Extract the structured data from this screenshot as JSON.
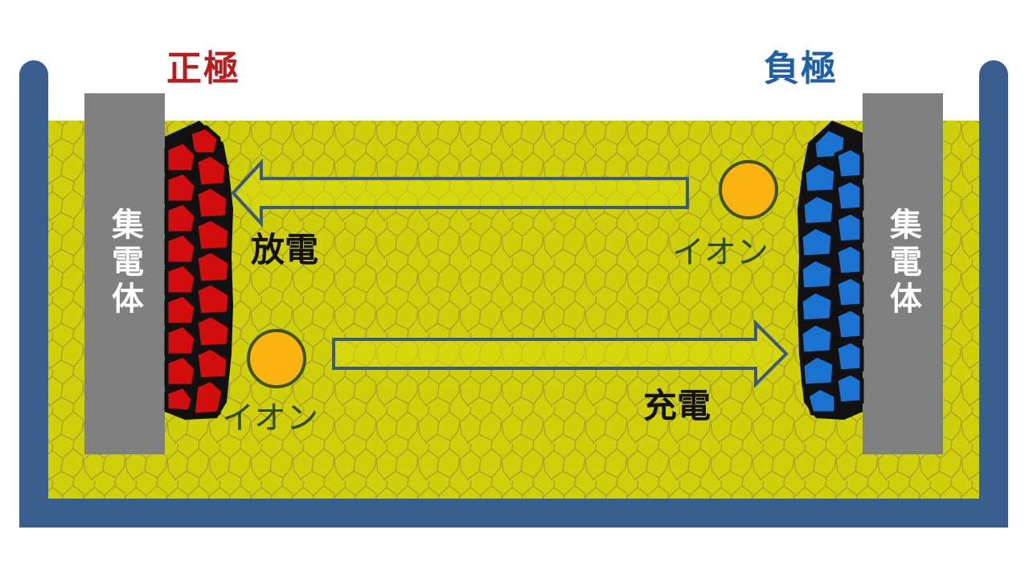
{
  "diagram": {
    "title_positive": "正極",
    "title_negative": "負極",
    "collector_left": "集電体",
    "collector_right": "集電体",
    "discharge_label": "放電",
    "charge_label": "充電",
    "ion_label_right": "イオン",
    "ion_label_left": "イオン",
    "arrows": [
      {
        "name": "discharge",
        "direction": "right-to-left"
      },
      {
        "name": "charge",
        "direction": "left-to-right"
      }
    ]
  },
  "colors": {
    "container": "#3a5f8f",
    "electrolyte": "#cfcf0a",
    "electrolyte_pattern": "#a8a030",
    "collector": "#808080",
    "positive_electrode": "#d10d0d",
    "negative_electrode": "#1a73d1",
    "positive_label": "#b81c1c",
    "negative_label": "#1f5fa8",
    "ion": "#fbb30f",
    "ion_border": "#3d5214",
    "arrow_outline": "#3a5a80",
    "arrow_fill": "#dede10"
  }
}
